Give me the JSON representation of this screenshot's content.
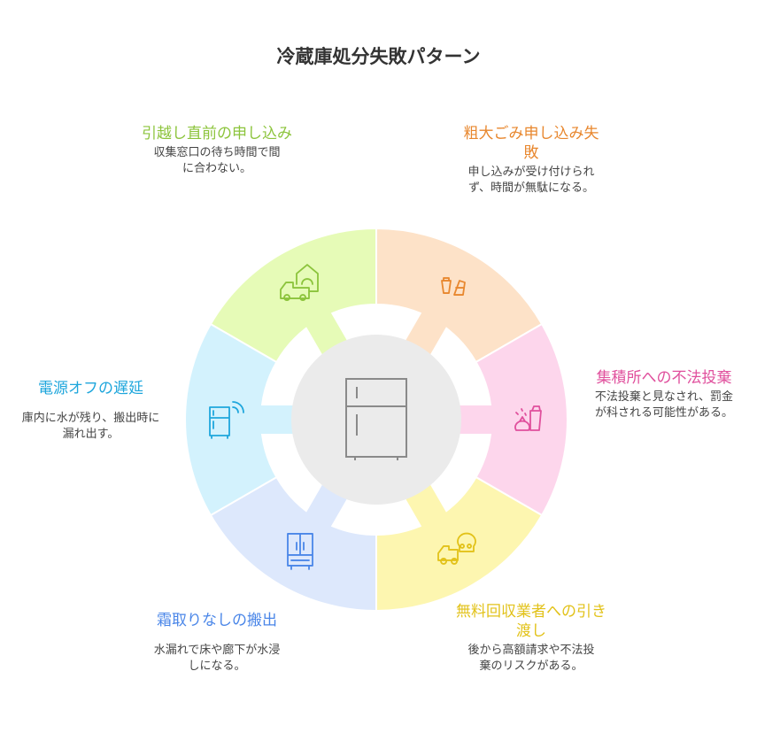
{
  "title": "冷蔵庫処分失敗パターン",
  "items": [
    {
      "title": "粗大ごみ申し込み失敗",
      "desc": "申し込みが受け付けられず、時間が無駄になる。",
      "fill": "#fde2c8",
      "color": "#e8872e",
      "icon": "trash-bags-icon"
    },
    {
      "title": "集積所への不法投棄",
      "desc": "不法投棄と見なされ、罰金が科される可能性がある。",
      "fill": "#fdd6ec",
      "color": "#e0509d",
      "icon": "garbage-dump-icon"
    },
    {
      "title": "無料回収業者への引き渡し",
      "desc": "後から高額請求や不法投棄のリスクがある。",
      "fill": "#fdf6b0",
      "color": "#e2c219",
      "icon": "skull-truck-icon"
    },
    {
      "title": "霜取りなしの搬出",
      "desc": "水漏れで床や廊下が水浸しになる。",
      "fill": "#dde8fc",
      "color": "#4a86e8",
      "icon": "fridge-doors-icon"
    },
    {
      "title": "電源オフの遅延",
      "desc": "庫内に水が残り、搬出時に漏れ出す。",
      "fill": "#d3f2fd",
      "color": "#1ea6dc",
      "icon": "smart-fridge-icon"
    },
    {
      "title": "引越し直前の申し込み",
      "desc": "収集窓口の待ち時間で間に合わない。",
      "fill": "#e6fbb7",
      "color": "#8cc43c",
      "icon": "moving-truck-icon"
    }
  ],
  "center": {
    "fill": "#ebebeb",
    "stroke": "#8a8a8a",
    "icon": "refrigerator-icon"
  }
}
